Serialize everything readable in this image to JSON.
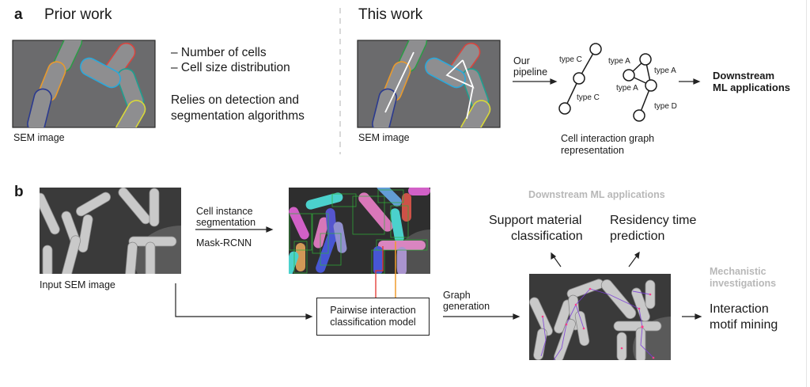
{
  "panel_a": {
    "letter": "a",
    "prior": {
      "title": "Prior work",
      "image_caption": "SEM image",
      "bullets": [
        "– Number of cells",
        "– Cell size distribution"
      ],
      "note_lines": [
        "Relies on detection and",
        "segmentation algorithms"
      ]
    },
    "this": {
      "title": "This work",
      "image_caption": "SEM image",
      "pipeline_label_lines": [
        "Our",
        "pipeline"
      ],
      "graph_caption_lines": [
        "Cell interaction graph",
        "representation"
      ],
      "edge_labels": [
        "type C",
        "type C",
        "type A",
        "type A",
        "type A",
        "type D"
      ],
      "downstream_lines": [
        "Downstream",
        "ML applications"
      ]
    }
  },
  "panel_b": {
    "letter": "b",
    "input_caption": "Input SEM image",
    "seg_label_lines": [
      "Cell instance",
      "segmentation"
    ],
    "seg_model": "Mask-RCNN",
    "classifier_lines": [
      "Pairwise interaction",
      "classification model"
    ],
    "graph_gen_lines": [
      "Graph",
      "generation"
    ],
    "downstream_header": "Downstream ML applications",
    "app1_lines": [
      "Support material",
      "classification"
    ],
    "app2_lines": [
      "Residency time",
      "prediction"
    ],
    "mech_header_lines": [
      "Mechanistic",
      "investigations"
    ],
    "motif_lines": [
      "Interaction",
      "motif mining"
    ]
  },
  "colors": {
    "schematic_bg": "#6b6b6d",
    "cell_fill": "#8e8e90",
    "green": "#2e9a48",
    "orange": "#e89a2e",
    "navy": "#2b3a8f",
    "red": "#d9453e",
    "cyan": "#2aa9dc",
    "teal": "#1f9f8f",
    "yellow": "#d8d83a",
    "header_gray": "#b8b8b8"
  }
}
